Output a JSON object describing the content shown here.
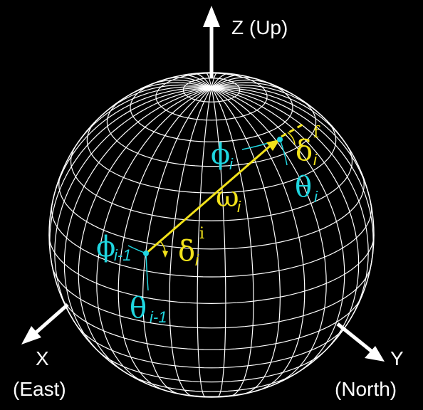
{
  "axes": {
    "z_label": "Z (Up)",
    "x_label": "X",
    "x_sub": "(East)",
    "y_label": "Y",
    "y_sub": "(North)"
  },
  "symbols": {
    "phi_i": {
      "main": "ϕ",
      "sub": "i"
    },
    "phi_im1": {
      "main": "ϕ",
      "sub": "i-1"
    },
    "theta_i": {
      "main": "θ",
      "sub": "i"
    },
    "theta_im1": {
      "main": "θ",
      "sub": "i-1"
    },
    "omega_i": {
      "main": "ω",
      "sub": "i"
    },
    "delta_i_init": {
      "main": "δ",
      "sub": "i",
      "sup": "i"
    },
    "delta_i_final": {
      "main": "δ",
      "sub": "i",
      "sup": "f"
    }
  },
  "colors": {
    "background": "#000000",
    "grid": "#ffffff",
    "cyan": "#1fd6e0",
    "yellow": "#f2e21a"
  }
}
